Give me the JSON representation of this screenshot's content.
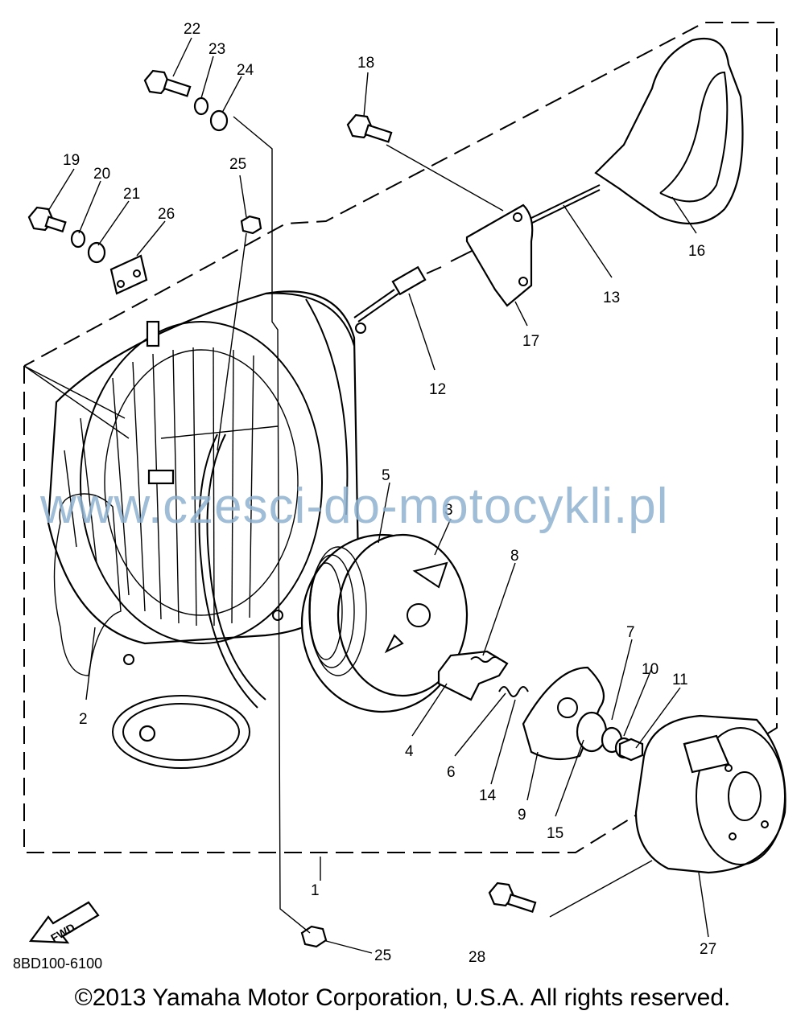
{
  "diagram": {
    "callouts": [
      {
        "id": "p1",
        "text": "1"
      },
      {
        "id": "p2",
        "text": "2"
      },
      {
        "id": "p3",
        "text": "3"
      },
      {
        "id": "p4",
        "text": "4"
      },
      {
        "id": "p5",
        "text": "5"
      },
      {
        "id": "p6",
        "text": "6"
      },
      {
        "id": "p7",
        "text": "7"
      },
      {
        "id": "p8",
        "text": "8"
      },
      {
        "id": "p9",
        "text": "9"
      },
      {
        "id": "p10",
        "text": "10"
      },
      {
        "id": "p11",
        "text": "11"
      },
      {
        "id": "p12",
        "text": "12"
      },
      {
        "id": "p13",
        "text": "13"
      },
      {
        "id": "p14",
        "text": "14"
      },
      {
        "id": "p15",
        "text": "15"
      },
      {
        "id": "p16",
        "text": "16"
      },
      {
        "id": "p17",
        "text": "17"
      },
      {
        "id": "p18",
        "text": "18"
      },
      {
        "id": "p19",
        "text": "19"
      },
      {
        "id": "p20",
        "text": "20"
      },
      {
        "id": "p21",
        "text": "21"
      },
      {
        "id": "p22",
        "text": "22"
      },
      {
        "id": "p23",
        "text": "23"
      },
      {
        "id": "p24",
        "text": "24"
      },
      {
        "id": "p25a",
        "text": "25"
      },
      {
        "id": "p25b",
        "text": "25"
      },
      {
        "id": "p26",
        "text": "26"
      },
      {
        "id": "p27",
        "text": "27"
      },
      {
        "id": "p28",
        "text": "28"
      }
    ],
    "fwd_label": "FWD",
    "diagram_code": "8BD100-6100",
    "watermark": "www.czesci-do-motocykli.pl",
    "copyright": "©2013 Yamaha Motor Corporation, U.S.A. All rights reserved."
  }
}
